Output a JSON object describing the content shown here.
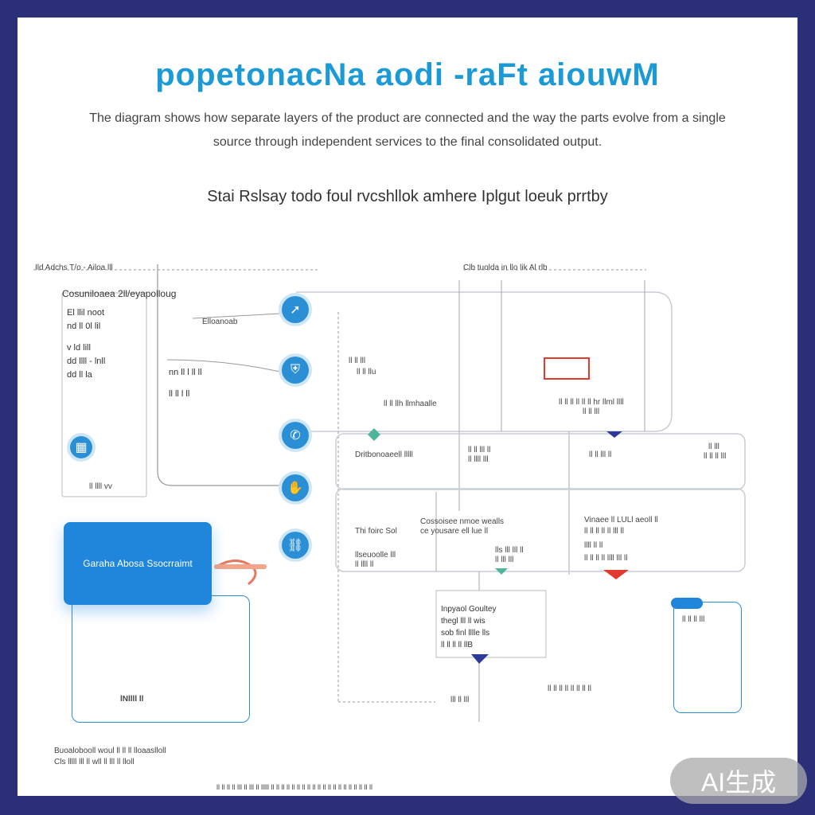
{
  "header": {
    "title": "popetonacNa aodi -raFt aiouwM",
    "subtitle_line1": "The diagram shows how separate layers of the product are connected and the way the parts evolve from a single",
    "subtitle_line2": "source through independent services to the final consolidated output.",
    "section_heading": "Stai Rslsay todo foul rvcshllok amhere Iplgut loeuk prrtby"
  },
  "labels": {
    "top_left_rule": "Ild Adchs T/o - Ailoa lll",
    "top_center_rule": "Clb tuolda in llo lik Al rlb",
    "left_group_title": "Cosuniloaea 2ll/eyapolloug",
    "left_items": [
      "El llil noot",
      "nd ll 0l lil",
      "v ld lill",
      "dd llll - lnll",
      "dd ll la"
    ],
    "left_sub": "Elloanoab",
    "mid_left_items": [
      "nn ll l ll ll",
      "ll ll l ll"
    ],
    "icon_caption": "ll llll vv",
    "center_a_title": "ll ll lll",
    "center_a_sub": "ll ll llu",
    "center_a_caption": "ll ll llh llmhaalle",
    "right_caption": "ll ll ll ll ll ll hr llml llll",
    "right_caption2": "ll ll lll",
    "row1_left": "Dritbonoaeell lllll",
    "row1_mid": "ll ll lll ll",
    "row1_mid2": "ll llll lll",
    "row1_right": "ll ll lll ll",
    "row1_far": "ll lll",
    "row1_far2": "ll ll ll lll",
    "row2_label_left": "Thi foirc Sol",
    "row2_mid_title": "Cossoisee nmoe wealls",
    "row2_mid_sub": "ce yousare ell lue ll",
    "row2_mid_a": "lls lll lll ll",
    "row2_mid_b": "ll lll lll",
    "row2_small_left": "llseuoolle lll",
    "row2_small_left2": "ll llll ll",
    "row2_right_title": "Vinaee ll LULl aeoll ll",
    "row2_right_sub": "ll ll ll ll ll lll ll",
    "row2_right_a": "llll ll ll",
    "row2_right_b": "ll ll ll ll llll lll ll",
    "bottom_card_lines": [
      "Inpyaol Goultey",
      "thegl lll ll wis",
      "sob finl lllle lls",
      "ll ll ll ll llB"
    ],
    "bottom_label": "lll ll lll",
    "right_panel_label": "ll ll ll lll",
    "far_right_row": "ll ll ll ll ll ll ll ll",
    "blue_card": "Garaha Abosa Ssocrraimt",
    "blue_panel_bottom": "lNllll ll",
    "footer_line1": "Buoalobooll woul ll ll ll lloaaslloll",
    "footer_line2": "Cls lllll lll ll wll ll lll ll lloll",
    "footer_line3": "ll ll ll ll lll ll lll ll lllll ll ll ll ll ll ll ll ll ll ll ll ll ll ll ll ll ll ll ll ll",
    "badge": "AI生成"
  },
  "colors": {
    "accent": "#1b9ad6",
    "frame": "#2a2f78",
    "red_marker": "#e23a2e",
    "navy_marker": "#2d3a9a",
    "teal_marker": "#4fb59a"
  },
  "icons": [
    "arrow-icon",
    "shield-icon",
    "signal-icon",
    "hand-icon",
    "link-icon"
  ]
}
